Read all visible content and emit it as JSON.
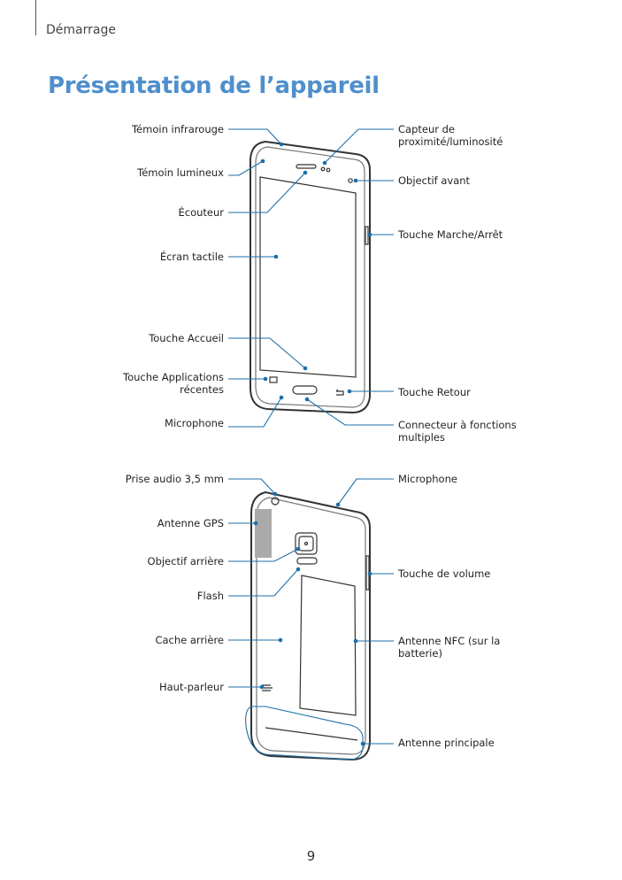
{
  "header": {
    "section": "Démarrage"
  },
  "title": "Présentation de l’appareil",
  "front": {
    "left": [
      "Témoin infrarouge",
      "Témoin lumineux",
      "Écouteur",
      "Écran tactile",
      "Touche Accueil",
      "Touche Applications\nrécentes",
      "Microphone"
    ],
    "right": [
      "Capteur de\nproximité/luminosité",
      "Objectif avant",
      "Touche Marche/Arrêt",
      "Touche Retour",
      "Connecteur à fonctions\nmultiples"
    ]
  },
  "back": {
    "left": [
      "Prise audio 3,5 mm",
      "Antenne GPS",
      "Objectif arrière",
      "Flash",
      "Cache arrière",
      "Haut-parleur"
    ],
    "right": [
      "Microphone",
      "Touche de volume",
      "Antenne NFC (sur la\nbatterie)",
      "Antenne principale"
    ]
  },
  "colors": {
    "accent": "#1b6fa8",
    "title": "#4f8fcc"
  },
  "page_number": "9"
}
